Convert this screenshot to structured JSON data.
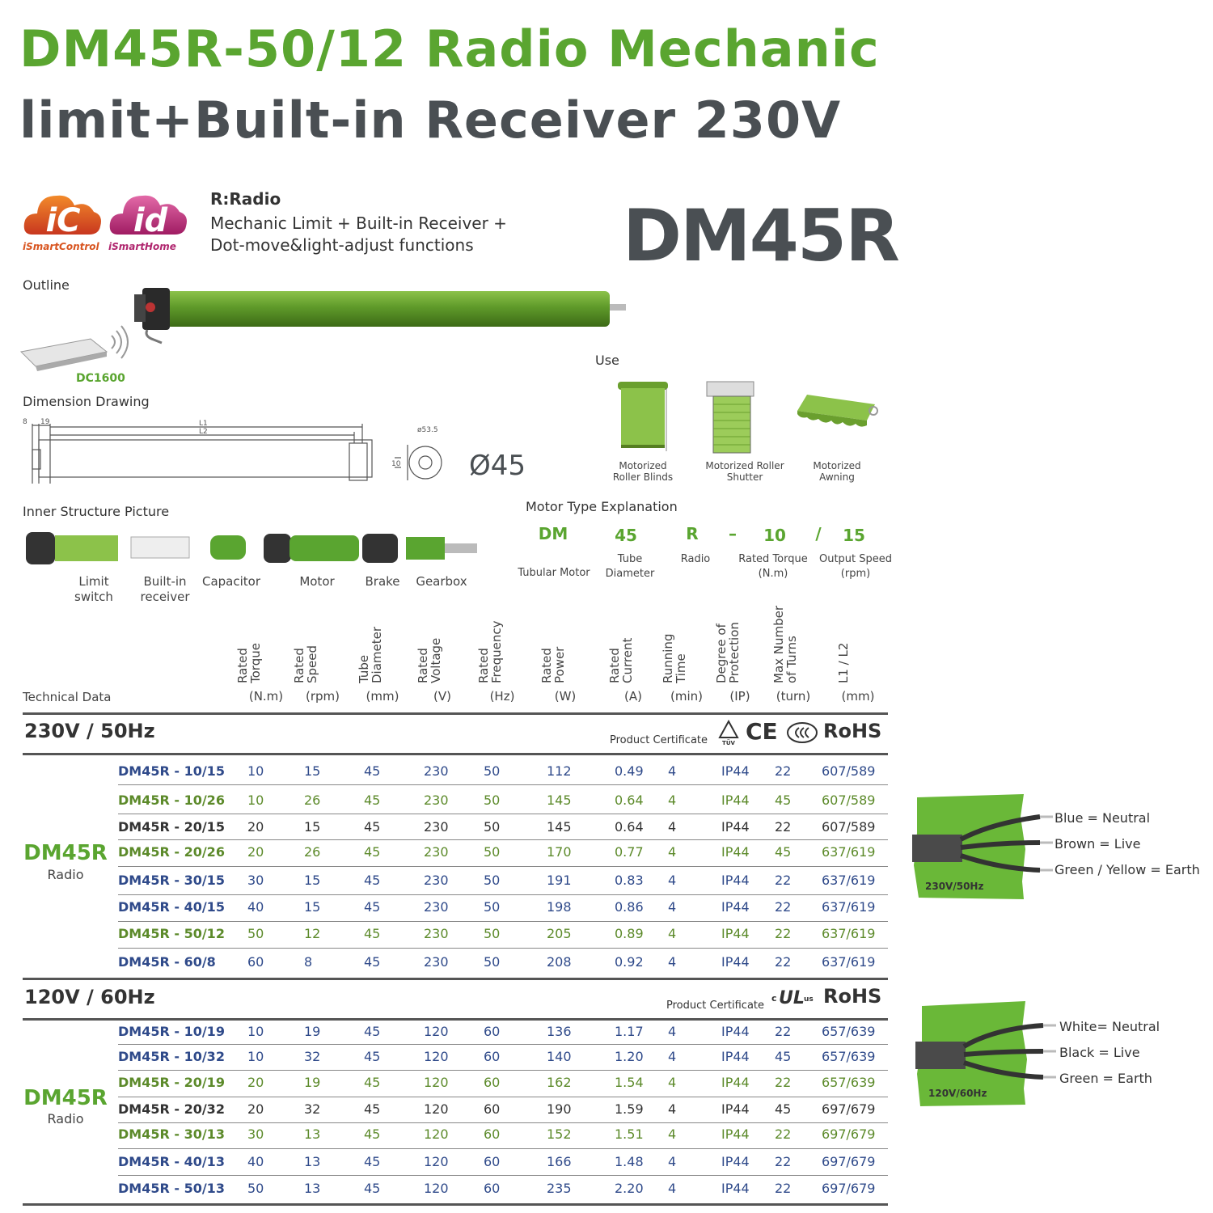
{
  "title": {
    "line1": "DM45R-50/12 Radio Mechanic",
    "line2": "limit+Built-in Receiver 230V"
  },
  "logos": {
    "ic": "iC",
    "ic_text": "iSmartControl",
    "id": "id",
    "id_text": "iSmartHome"
  },
  "intro": {
    "heading": "R:Radio",
    "line1": "Mechanic Limit + Built-in Receiver +",
    "line2": "Dot-move&light-adjust functions"
  },
  "brand_big": "DM45R",
  "outline": {
    "label": "Outline",
    "remote": "DC1600"
  },
  "use": {
    "label": "Use",
    "items": [
      {
        "label": "Motorized\nRoller Blinds"
      },
      {
        "label": "Motorized Roller\nShutter"
      },
      {
        "label": "Motorized\nAwning"
      }
    ]
  },
  "dimension": {
    "label": "Dimension Drawing",
    "d8": "8",
    "d19": "19",
    "l1": "L1",
    "l2": "L2",
    "phi_small": "ø53.5",
    "d10": "10",
    "phi": "Ø45"
  },
  "inner": {
    "label": "Inner Structure Picture",
    "parts": [
      "Limit\nswitch",
      "Built-in\nreceiver",
      "Capacitor",
      "Motor",
      "Brake",
      "Gearbox"
    ]
  },
  "motor_type": {
    "label": "Motor Type Explanation",
    "codes": [
      "DM",
      "45",
      "R",
      "–",
      "10",
      "/",
      "15"
    ],
    "labels": [
      "Tubular Motor",
      "Tube\nDiameter",
      "Radio",
      "Rated Torque\n(N.m)",
      "Output Speed\n(rpm)"
    ]
  },
  "tech": {
    "label": "Technical Data",
    "headers": [
      {
        "name": "Rated\nTorque",
        "unit": "(N.m)"
      },
      {
        "name": "Rated\nSpeed",
        "unit": "(rpm)"
      },
      {
        "name": "Tube\nDiameter",
        "unit": "(mm)"
      },
      {
        "name": "Rated\nVoltage",
        "unit": "(V)"
      },
      {
        "name": "Rated\nFrequency",
        "unit": "(Hz)"
      },
      {
        "name": "Rated\nPower",
        "unit": "(W)"
      },
      {
        "name": "Rated\nCurrent",
        "unit": "(A)"
      },
      {
        "name": "Running\nTime",
        "unit": "(min)"
      },
      {
        "name": "Degree of\nProtection",
        "unit": "(IP)"
      },
      {
        "name": "Max Number\nof Turns",
        "unit": "(turn)"
      },
      {
        "name": "L1 / L2",
        "unit": "(mm)"
      }
    ]
  },
  "groups": [
    {
      "label": "230V / 50Hz",
      "cert_label": "Product Certificate",
      "cert_marks": "CE",
      "rohs": "RoHS",
      "series_brand": "DM45R",
      "series_sub": "Radio",
      "rows": [
        {
          "model": "DM45R - 10/15",
          "v": [
            "10",
            "15",
            "45",
            "230",
            "50",
            "112",
            "0.49",
            "4",
            "IP44",
            "22",
            "607/589"
          ],
          "color": "blue"
        },
        {
          "model": "DM45R - 10/26",
          "v": [
            "10",
            "26",
            "45",
            "230",
            "50",
            "145",
            "0.64",
            "4",
            "IP44",
            "45",
            "607/589"
          ],
          "color": "green"
        },
        {
          "model": "DM45R - 20/15",
          "v": [
            "20",
            "15",
            "45",
            "230",
            "50",
            "145",
            "0.64",
            "4",
            "IP44",
            "22",
            "607/589"
          ],
          "color": "dark"
        },
        {
          "model": "DM45R - 20/26",
          "v": [
            "20",
            "26",
            "45",
            "230",
            "50",
            "170",
            "0.77",
            "4",
            "IP44",
            "45",
            "637/619"
          ],
          "color": "green"
        },
        {
          "model": "DM45R - 30/15",
          "v": [
            "30",
            "15",
            "45",
            "230",
            "50",
            "191",
            "0.83",
            "4",
            "IP44",
            "22",
            "637/619"
          ],
          "color": "blue"
        },
        {
          "model": "DM45R - 40/15",
          "v": [
            "40",
            "15",
            "45",
            "230",
            "50",
            "198",
            "0.86",
            "4",
            "IP44",
            "22",
            "637/619"
          ],
          "color": "blue"
        },
        {
          "model": "DM45R - 50/12",
          "v": [
            "50",
            "12",
            "45",
            "230",
            "50",
            "205",
            "0.89",
            "4",
            "IP44",
            "22",
            "637/619"
          ],
          "color": "green"
        },
        {
          "model": "DM45R - 60/8",
          "v": [
            "60",
            "8",
            "45",
            "230",
            "50",
            "208",
            "0.92",
            "4",
            "IP44",
            "22",
            "637/619"
          ],
          "color": "blue"
        }
      ]
    },
    {
      "label": "120V / 60Hz",
      "cert_label": "Product Certificate",
      "cert_marks": "cULus",
      "rohs": "RoHS",
      "series_brand": "DM45R",
      "series_sub": "Radio",
      "rows": [
        {
          "model": "DM45R - 10/19",
          "v": [
            "10",
            "19",
            "45",
            "120",
            "60",
            "136",
            "1.17",
            "4",
            "IP44",
            "22",
            "657/639"
          ],
          "color": "blue"
        },
        {
          "model": "DM45R - 10/32",
          "v": [
            "10",
            "32",
            "45",
            "120",
            "60",
            "140",
            "1.20",
            "4",
            "IP44",
            "45",
            "657/639"
          ],
          "color": "blue"
        },
        {
          "model": "DM45R - 20/19",
          "v": [
            "20",
            "19",
            "45",
            "120",
            "60",
            "162",
            "1.54",
            "4",
            "IP44",
            "22",
            "657/639"
          ],
          "color": "green"
        },
        {
          "model": "DM45R - 20/32",
          "v": [
            "20",
            "32",
            "45",
            "120",
            "60",
            "190",
            "1.59",
            "4",
            "IP44",
            "45",
            "697/679"
          ],
          "color": "dark"
        },
        {
          "model": "DM45R - 30/13",
          "v": [
            "30",
            "13",
            "45",
            "120",
            "60",
            "152",
            "1.51",
            "4",
            "IP44",
            "22",
            "697/679"
          ],
          "color": "green"
        },
        {
          "model": "DM45R - 40/13",
          "v": [
            "40",
            "13",
            "45",
            "120",
            "60",
            "166",
            "1.48",
            "4",
            "IP44",
            "22",
            "697/679"
          ],
          "color": "blue"
        },
        {
          "model": "DM45R - 50/13",
          "v": [
            "50",
            "13",
            "45",
            "120",
            "60",
            "235",
            "2.20",
            "4",
            "IP44",
            "22",
            "697/679"
          ],
          "color": "blue"
        }
      ]
    }
  ],
  "wiring": [
    {
      "tag": "230V/50Hz",
      "wires": [
        "Blue = Neutral",
        "Brown = Live",
        "Green / Yellow = Earth"
      ]
    },
    {
      "tag": "120V/60Hz",
      "wires": [
        "White= Neutral",
        "Black = Live",
        "Green = Earth"
      ]
    }
  ],
  "colors": {
    "brand_green": "#5aa530",
    "dark_gray": "#4a4f53",
    "tube_green": "#5f9a2a"
  }
}
